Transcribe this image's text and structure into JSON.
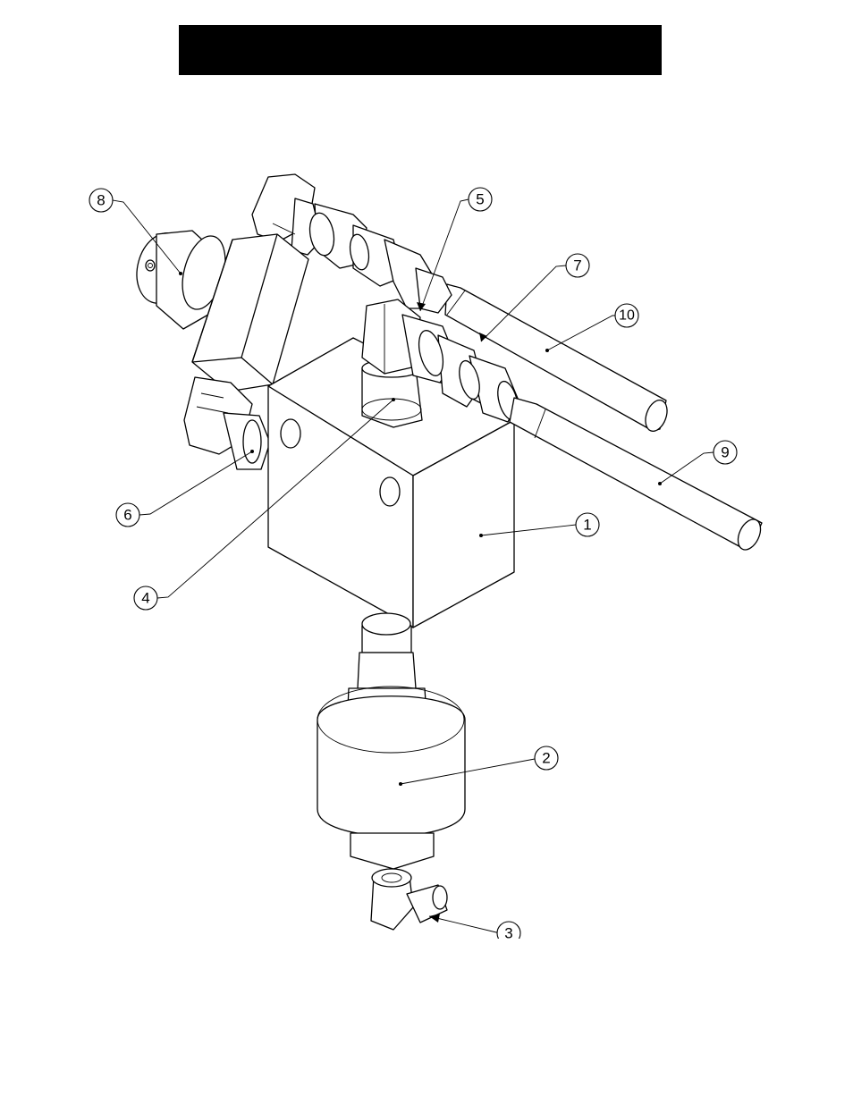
{
  "callouts": [
    {
      "id": "1",
      "label": "1"
    },
    {
      "id": "2",
      "label": "2"
    },
    {
      "id": "3",
      "label": "3"
    },
    {
      "id": "4",
      "label": "4"
    },
    {
      "id": "5",
      "label": "5"
    },
    {
      "id": "6",
      "label": "6"
    },
    {
      "id": "7",
      "label": "7"
    },
    {
      "id": "8",
      "label": "8"
    },
    {
      "id": "9",
      "label": "9"
    },
    {
      "id": "10",
      "label": "10"
    }
  ],
  "colors": {
    "ink": "#000000",
    "paper": "#ffffff",
    "title_bar": "#000000"
  }
}
